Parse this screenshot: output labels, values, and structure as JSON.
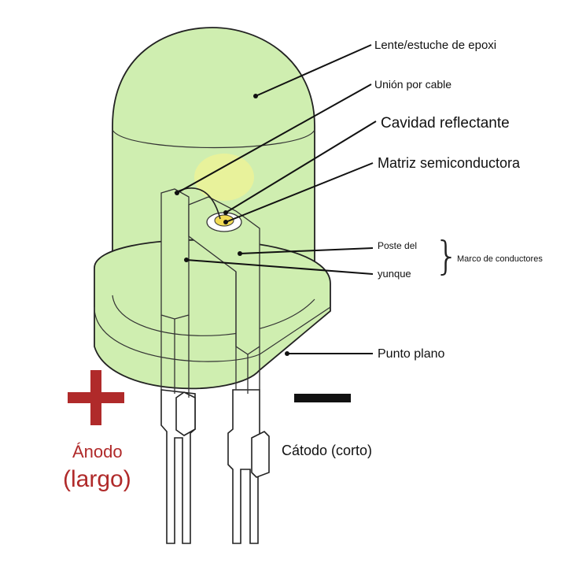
{
  "labels": {
    "lente": "Lente/estuche de epoxi",
    "union": "Unión por cable",
    "cavidad": "Cavidad reflectante",
    "matriz": "Matriz semiconductora",
    "poste": "Poste del",
    "yunque": "yunque",
    "marco": "Marco de conductores",
    "punto": "Punto plano",
    "catodo": "Cátodo (corto)",
    "anodo": "Ánodo",
    "largo": "(largo)"
  },
  "symbols": {
    "plus": "+",
    "minus": "−",
    "brace": "}"
  },
  "colors": {
    "epoxy_fill": "#cfeeb0",
    "epoxy_stroke": "#222222",
    "die_yellow": "#f2dc56",
    "glow": "#eef296",
    "anode_red": "#b02a2a",
    "cathode_black": "#111111"
  }
}
